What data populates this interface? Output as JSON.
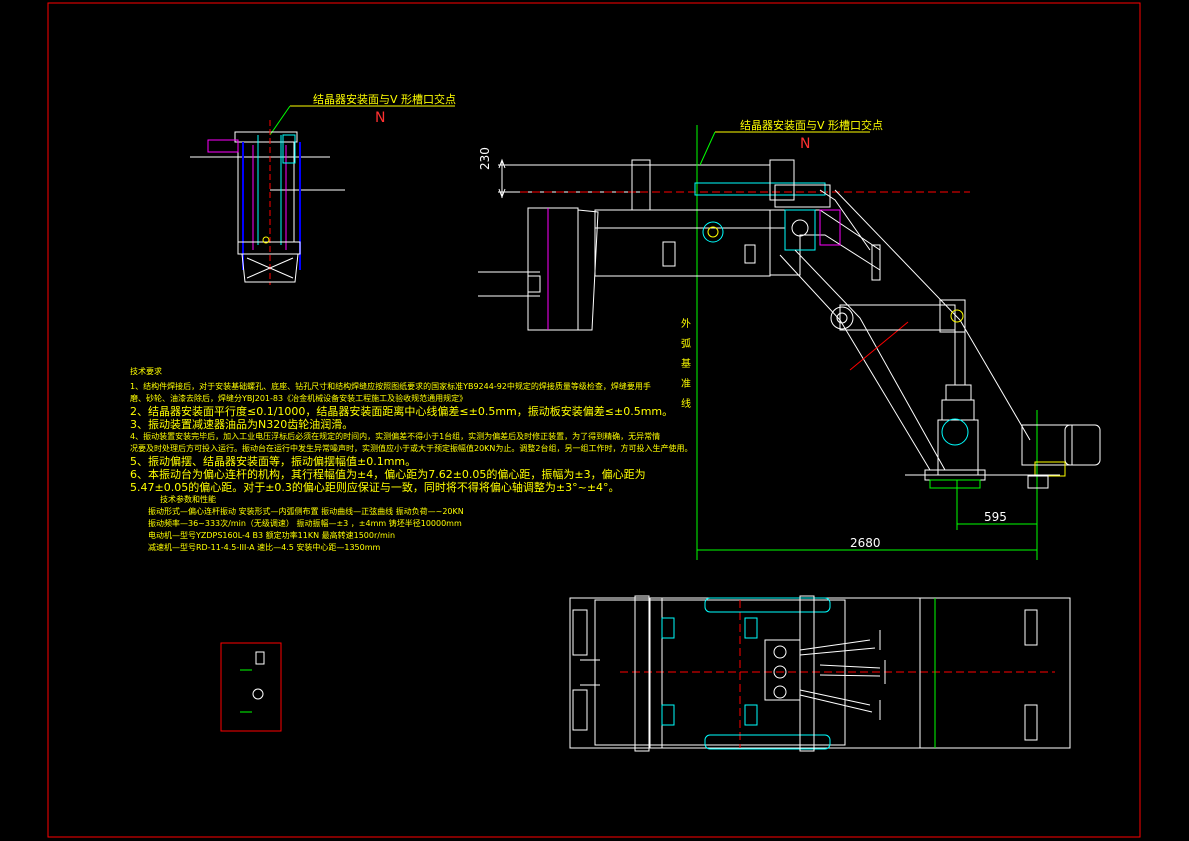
{
  "drawing": {
    "leader_label": "结晶器安装面与V 形槽口交点",
    "marker_letter": "N",
    "vertical_label": "外弧基准线",
    "dimensions": {
      "height": "230",
      "offset": "595",
      "total_length": "2680"
    }
  },
  "notes": {
    "title": "技术要求",
    "lines": [
      "1、结构件焊接后，对于安装基础螺孔、底座、钻孔尺寸和结构焊缝应按照图纸要求的国家标准YB9244-92中规定的焊接质量等级检查，焊缝要用手",
      "磨、砂轮、油漆去除后，焊缝分YBJ201-83《冶金机械设备安装工程施工及验收规范通用规定》",
      "2、结晶器安装面平行度≤0.1/1000，结晶器安装面距离中心线偏差≤±0.5mm，振动板安装偏差≤±0.5mm。",
      "3、振动装置减速器油品为N320齿轮油润滑。",
      "4、振动装置安装完毕后，加入工业电压浮标后必须在规定的时间内，实测偏差不得小于1台组，实测为偏差后及时修正装置，为了得到精确，无异常情",
      "况要及时处理后方可投入运行。振动台在运行中发生异常噪声时，实测值应小于或大于预定振幅值20KN为止。调整2台组，另一组工作时，方可投入生产使用。",
      "5、振动偏摆、结晶器安装面等，振动偏摆幅值±0.1mm。",
      "6、本振动台为偏心连杆的机构，其行程幅值为±4，偏心距为7.62±0.05的偏心距，振幅为±3，偏心距为",
      "5.47±0.05的偏心距。对于±0.3的偏心距则应保证与一致，同时将不得将偏心轴调整为±3°~±4°。"
    ],
    "spec_title": "技术参数和性能",
    "spec_lines": [
      "振动形式—偏心连杆振动    安装形式—内弧侧布置    振动曲线—正弦曲线    振动负荷—~20KN",
      "振动频率—36~333次/min（无级调速）  振动振幅—±3 ，±4mm    铸坯半径10000mm",
      "电动机—型号YZDPS160L-4 B3     额定功率11KN    最高转速1500r/min",
      "减速机—型号RD-11-4.5-III-A      速比—4.5    安装中心距—1350mm"
    ]
  },
  "colors": {
    "background": "#000000",
    "frame": "#ff0000",
    "text": "#ffff00",
    "line_white": "#ffffff",
    "line_cyan": "#00ffff",
    "line_green": "#00ff00",
    "line_magenta": "#ff00ff",
    "line_blue": "#0000ff",
    "centerline": "#ff0000"
  }
}
